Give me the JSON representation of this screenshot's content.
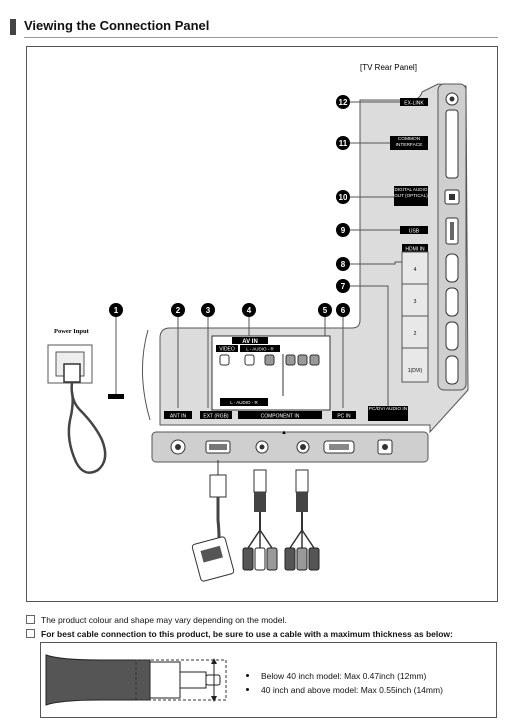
{
  "header": {
    "title": "Viewing the Connection Panel"
  },
  "panel": {
    "caption": "[TV Rear Panel]",
    "power_input": "Power Input",
    "callouts": [
      "1",
      "2",
      "3",
      "4",
      "5",
      "6",
      "7",
      "8",
      "9",
      "10",
      "11",
      "12"
    ],
    "side_labels": {
      "ex_link": "EX-LINK",
      "common_interface": "COMMON INTERFACE",
      "digital_audio_out": "DIGITAL AUDIO OUT (OPTICAL)",
      "usb": "USB",
      "hdmi_in": "HDMI IN",
      "hdmi_ports": [
        "4",
        "3",
        "2",
        "1(DVI)"
      ]
    },
    "bottom_labels": {
      "ant_in": "ANT IN",
      "ext_rgb": "EXT (RGB)",
      "av_in": "AV IN",
      "video": "VIDEO",
      "audio": "L - AUDIO - R",
      "component_in": "COMPONENT IN",
      "pc_in": "PC IN",
      "pc_dvi_audio": "PC/DVI AUDIO IN"
    }
  },
  "notes": [
    "The product colour and shape may vary depending on the model.",
    "For best cable connection to this product, be sure to use a cable with a maximum thickness as below:"
  ],
  "cable_specs": [
    "Below 40 inch model: Max 0.47inch (12mm)",
    "40 inch and above model: Max 0.55inch (14mm)"
  ]
}
